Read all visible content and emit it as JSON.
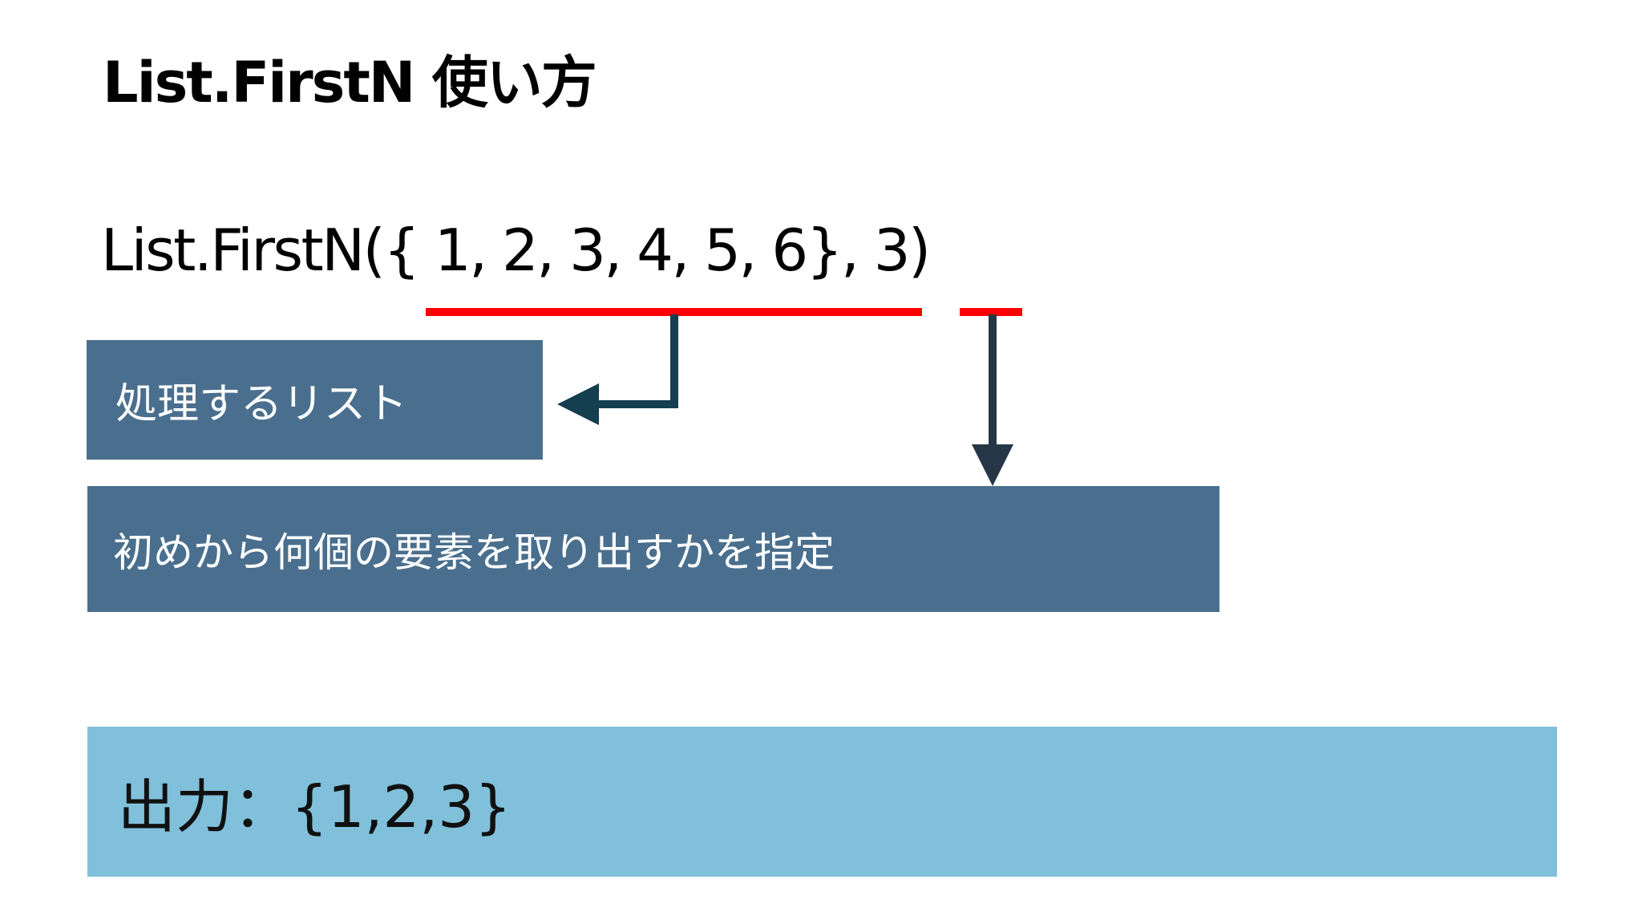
{
  "slide": {
    "title": "List.FirstN 使い方",
    "code": "List.FirstN({ 1, 2, 3, 4, 5, 6}, 3)"
  },
  "annotations": {
    "list_param": {
      "label": "処理するリスト",
      "highlight": "{ 1, 2, 3, 4, 5, 6}"
    },
    "count_param": {
      "label": "初めから何個の要素を取り出すかを指定",
      "highlight": "3"
    }
  },
  "output": {
    "label": "出力：{1,2,3}"
  },
  "colors": {
    "underline": "#FF0000",
    "param_box": "#4A6F8E",
    "output_box": "#80C0DA",
    "elbow_arrow": "#153E4F",
    "down_arrow": "#253746"
  },
  "icons": {
    "list_arrow": "elbow-arrow-left",
    "count_arrow": "arrow-down"
  }
}
